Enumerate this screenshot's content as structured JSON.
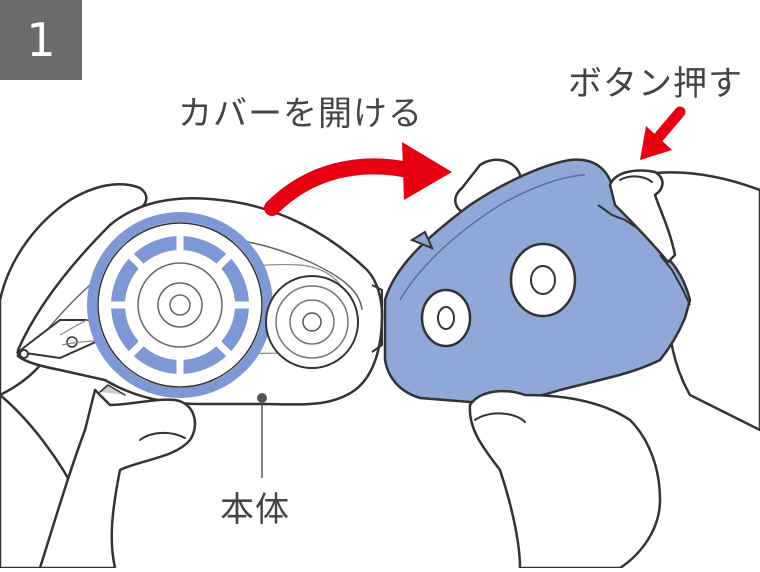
{
  "step": {
    "number": "1"
  },
  "labels": {
    "open_cover": "カバーを開ける",
    "press_button": "ボタン押す",
    "body": "本体"
  },
  "colors": {
    "badge": "#6b6b6b",
    "arrow": "#e60012",
    "cover": "#8fa8d8",
    "wheel": "#7d98d4",
    "outline": "#333333",
    "label_text": "#444444"
  },
  "icons": {
    "open_arrow": "curved-arrow-icon",
    "press_arrow": "down-left-arrow-icon"
  }
}
